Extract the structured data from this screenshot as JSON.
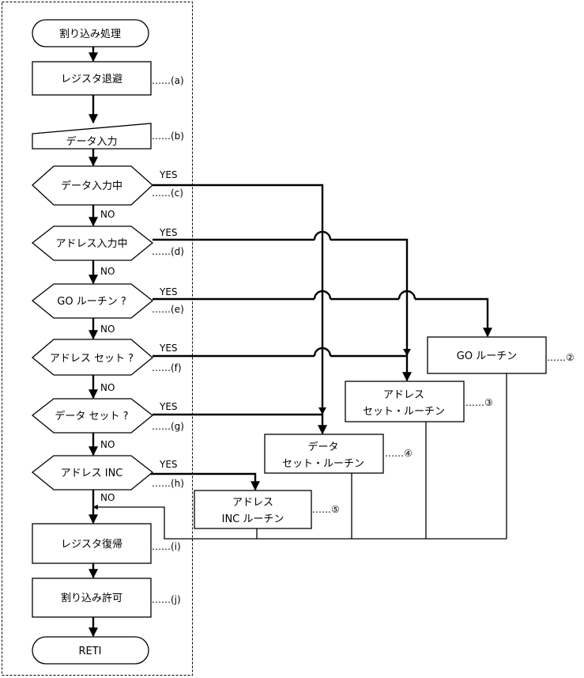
{
  "diagram": {
    "nodes": {
      "start": "割り込み処理",
      "save_registers": "レジスタ退避",
      "data_input": "データ入力",
      "q_data_input": "データ入力中",
      "q_address_input": "アドレス入力中",
      "q_go_routine": "GO ルーチン ?",
      "q_address_set": "アドレス セット ?",
      "q_data_set": "データ セット ?",
      "q_address_inc": "アドレス INC",
      "restore_registers": "レジスタ復帰",
      "enable_interrupt": "割り込み許可",
      "end": "RETI",
      "go_routine": "GO ルーチン",
      "address_set_routine_1": "アドレス",
      "address_set_routine_2": "セット・ルーチン",
      "data_set_routine_1": "データ",
      "data_set_routine_2": "セット・ルーチン",
      "address_inc_routine_1": "アドレス",
      "address_inc_routine_2": "INC ルーチン"
    },
    "branch_labels": {
      "yes": "YES",
      "no": "NO"
    },
    "annotations": {
      "a": "……(a)",
      "b": "……(b)",
      "c": "……(c)",
      "d": "……(d)",
      "e": "……(e)",
      "f": "……(f)",
      "g": "……(g)",
      "h": "……(h)",
      "i": "……(i)",
      "j": "……(j)",
      "r2": "……②",
      "r3": "……③",
      "r4": "……④",
      "r5": "……⑤"
    }
  }
}
